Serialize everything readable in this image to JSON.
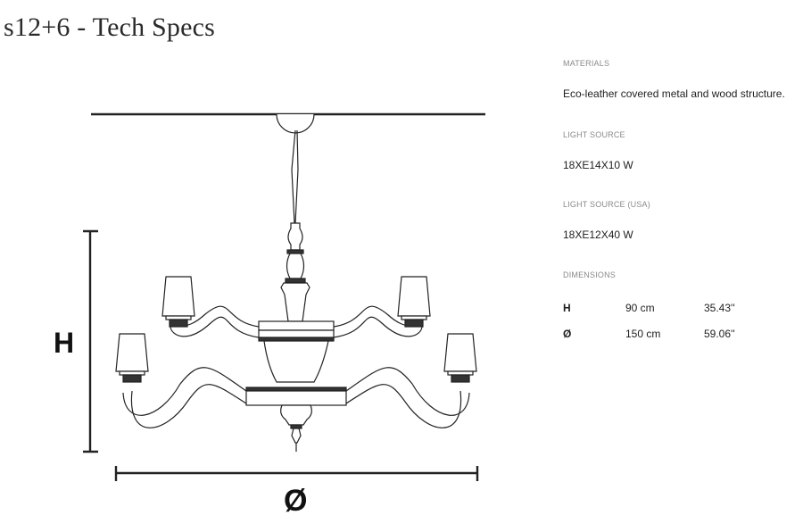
{
  "title": "s12+6 - Tech Specs",
  "drawing": {
    "height_label": "H",
    "diameter_label": "Ø"
  },
  "specs": {
    "materials": {
      "label": "MATERIALS",
      "value": "Eco-leather covered metal and wood structure."
    },
    "light_source": {
      "label": "LIGHT SOURCE",
      "value": "18XE14X10 W"
    },
    "light_source_usa": {
      "label": "LIGHT SOURCE (USA)",
      "value": "18XE12X40 W"
    },
    "dimensions": {
      "label": "DIMENSIONS",
      "rows": [
        {
          "symbol": "H",
          "metric": "90 cm",
          "imperial": "35.43''"
        },
        {
          "symbol": "Ø",
          "metric": "150 cm",
          "imperial": "59.06''"
        }
      ]
    }
  }
}
